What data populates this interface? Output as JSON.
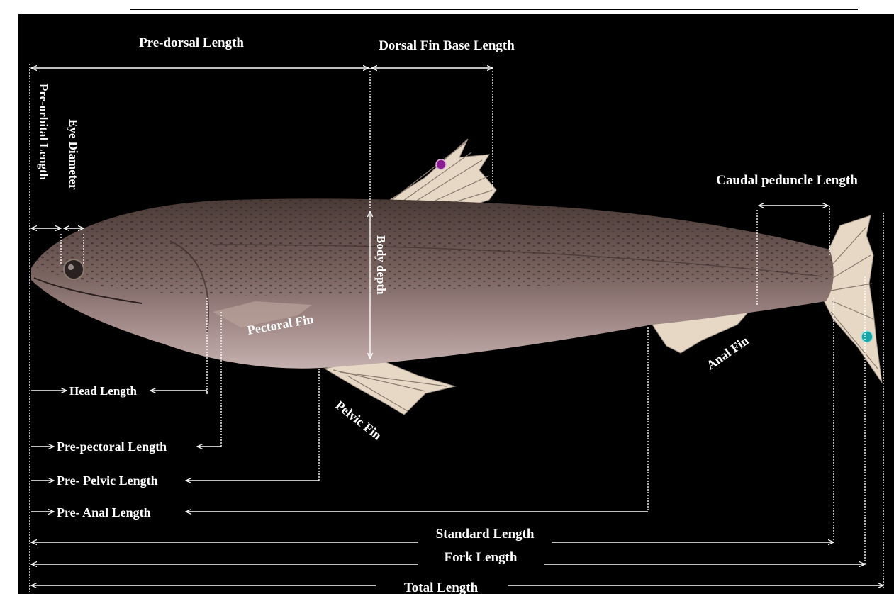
{
  "labels": {
    "pre_dorsal_length": "Pre-dorsal Length",
    "dorsal_fin_base_length": "Dorsal Fin Base Length",
    "pre_orbital_length": "Pre-orbital Length",
    "eye_diameter": "Eye Diameter",
    "caudal_peduncle_length": "Caudal peduncle Length",
    "body_depth": "Body depth",
    "pectoral_fin": "Pectoral Fin",
    "anal_fin": "Anal Fin",
    "pelvic_fin": "Pelvic Fin",
    "head_length": "Head Length",
    "pre_pectoral_length": "Pre-pectoral  Length",
    "pre_pelvic_length": "Pre- Pelvic  Length",
    "pre_anal_length": "Pre- Anal  Length",
    "standard_length": "Standard Length",
    "fork_length": "Fork  Length",
    "total_length": "Total Length"
  },
  "colors": {
    "background": "#000000",
    "annotation": "#ffffff",
    "fish_body": "#7a6460",
    "fish_belly": "#b59f9f",
    "fins": "#e6d8c4",
    "pin_purple": "#8a1d8f",
    "pin_teal": "#1aa6a6"
  }
}
